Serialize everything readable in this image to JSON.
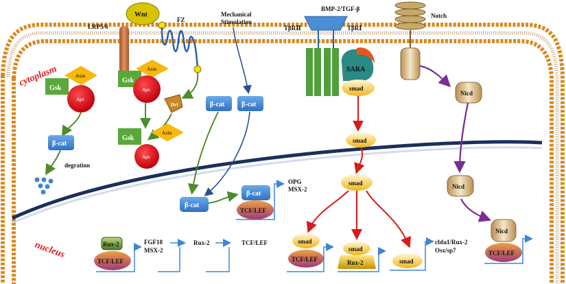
{
  "labels": {
    "region_cytoplasm": "cytoplasm",
    "region_nucleus": "nucleus",
    "wnt": "Wnt",
    "lrp": "LRP5/6",
    "fz": "FZ",
    "mechanical": "Mechanical",
    "stimulation": "Stimulation",
    "bmp": "BMP-2/TGF-β",
    "tbr2": "TβRⅡ",
    "tbr1": "TβRⅠ",
    "notch": "Notch",
    "sara": "SARA",
    "smad": "smad",
    "nicd": "Nicd",
    "gsk": "Gsk",
    "axin": "Axin",
    "apc": "Apc",
    "dvl": "Dvl",
    "bcat": "β-cat",
    "degration": "degration",
    "tcflef": "TCF/LEF",
    "opg": "OPG",
    "msx2": "MSX-2",
    "rux2": "Rux-2",
    "fgf18": "FGF18",
    "cbfa1": "cbfα1/Rux-2",
    "osx": "Osx/sp7"
  },
  "colors": {
    "membrane_head": "#d9891c",
    "gsk": "#5aa83a",
    "axin": "#f5b90f",
    "apc": "#e0101a",
    "bcat": "#3d86d6",
    "arrow_green": "#4e8c2a",
    "arrow_red": "#d81b1b",
    "arrow_purple": "#7a2d92",
    "arrow_blue": "#2d4f8c",
    "receptor_green": "#4fa03a",
    "nuclear_membrane": "#1b2f5a"
  }
}
